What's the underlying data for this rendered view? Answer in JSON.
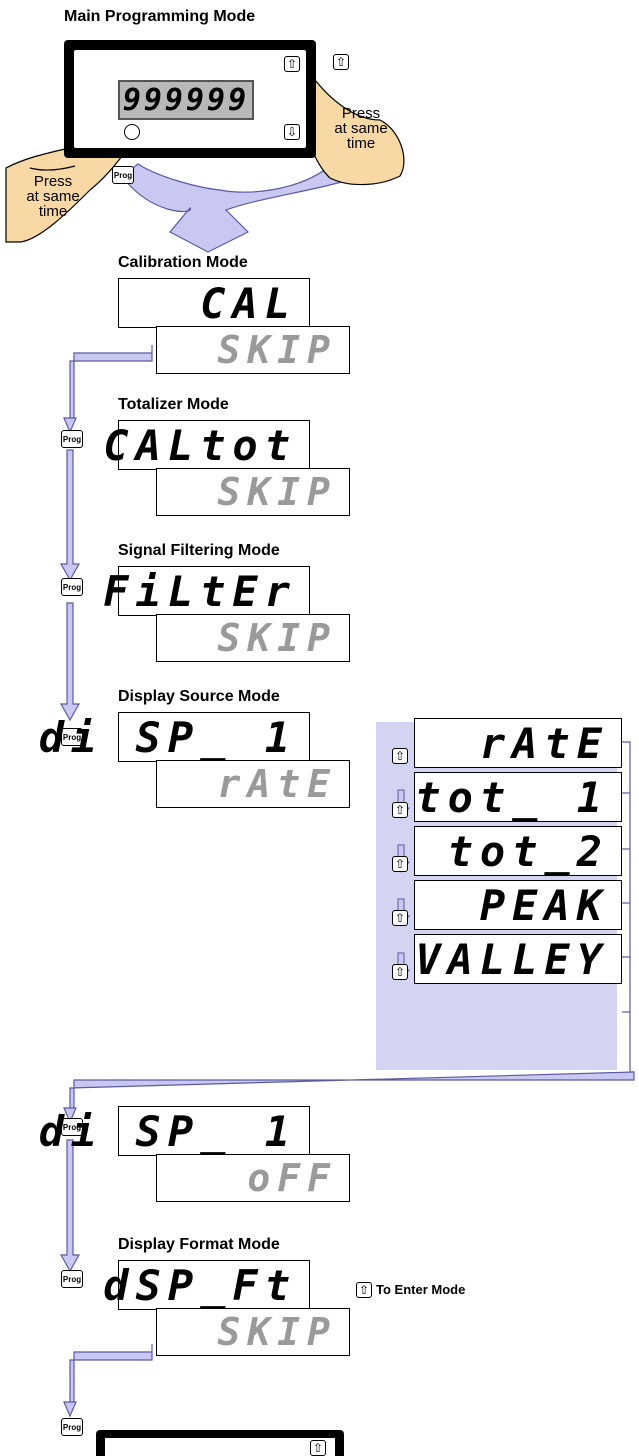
{
  "titles": {
    "main": "Main Programming Mode",
    "calibration": "Calibration Mode",
    "totalizer": "Totalizer Mode",
    "filtering": "Signal Filtering Mode",
    "source": "Display Source Mode",
    "format": "Display Format Mode"
  },
  "meter_value": "999999",
  "hand_text_left": [
    "Press",
    "at same",
    "time"
  ],
  "hand_text_right": [
    "Press",
    "at same",
    "time"
  ],
  "prog_label": "Prog",
  "up_icon": "⇧",
  "down_icon": "⇩",
  "enter_note": "To Enter Mode",
  "displays": {
    "cal": "CAL",
    "skip": "SKIP",
    "caltot": "CALtot",
    "filter": "FiLtEr",
    "disp1": "di SP_ 1",
    "rate": "rAtE",
    "off": "oFF",
    "dspft": "dSP_Ft"
  },
  "source_options": [
    "rAtE",
    "tot_ 1",
    "tot_2",
    "PEAK",
    "VALLEY"
  ],
  "colors": {
    "arrow_fill": "#c9c8f2",
    "arrow_stroke": "#5a5aa0",
    "panel_bg": "#d3d3f2",
    "hand_fill": "#f8d9a6",
    "lcd_bg": "#b8b8b8",
    "dim_text": "#9a9a9a"
  }
}
